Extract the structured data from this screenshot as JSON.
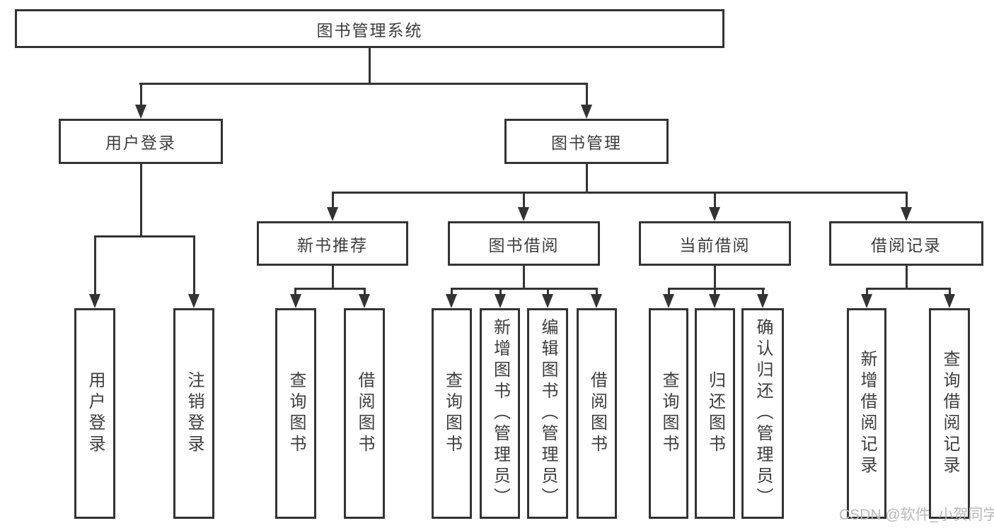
{
  "diagram": {
    "title": "图书管理系统",
    "level2": {
      "user_login": "用户登录",
      "book_mgmt": "图书管理"
    },
    "level3": {
      "new_rec": "新书推荐",
      "borrow": "图书借阅",
      "current": "当前借阅",
      "records": "借阅记录"
    },
    "leaves": {
      "u1": "用户登录",
      "u2": "注销登录",
      "n1": "查询图书",
      "n2": "借阅图书",
      "b1": "查询图书",
      "b2": "新增图书（管理员）",
      "b3": "编辑图书（管理员）",
      "b4": "借阅图书",
      "c1": "查询图书",
      "c2": "归还图书",
      "c3": "确认归还（管理员）",
      "r1": "新增借阅记录",
      "r2": "查询借阅记录"
    }
  },
  "watermark": "CSDN @软件_小贺同学",
  "colors": {
    "line": "#333333",
    "text": "#3d3d3d",
    "watermark": "#b9b9b9",
    "background": "#ffffff"
  }
}
